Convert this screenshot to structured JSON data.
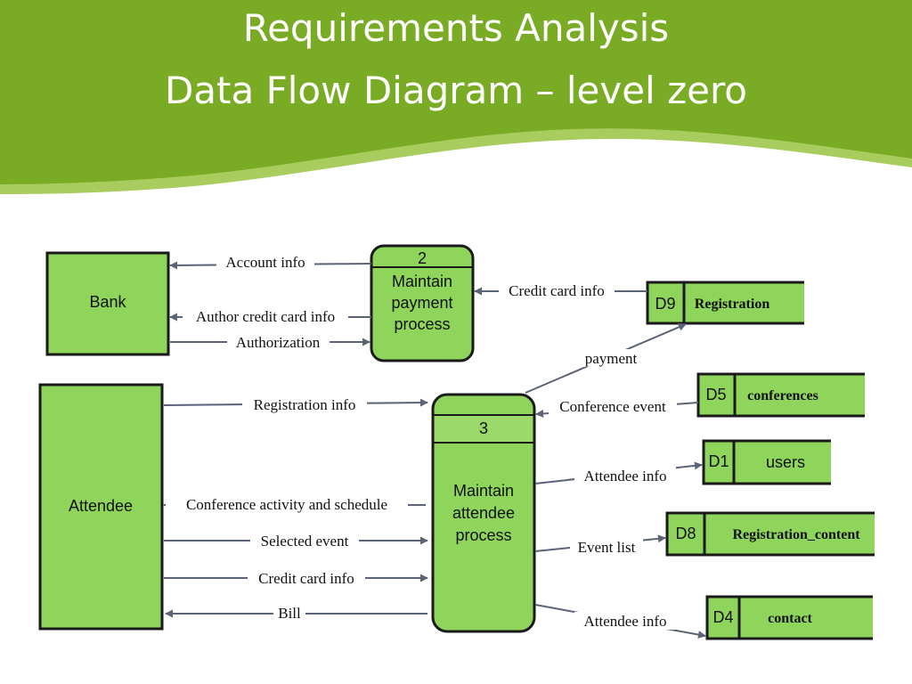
{
  "slide": {
    "title_line1": "Requirements Analysis",
    "title_line2": "Data Flow Diagram – level zero"
  },
  "colors": {
    "header_green": "#7aab24",
    "header_light": "#a9cc5e",
    "node_fill": "#8fd45b",
    "node_header_fill": "#9bd96a",
    "arrow": "#5b6378"
  },
  "entities": {
    "bank": "Bank",
    "attendee": "Attendee"
  },
  "processes": {
    "p2": {
      "number": "2",
      "line1": "Maintain",
      "line2": "payment",
      "line3": "process"
    },
    "p3": {
      "number": "3",
      "line1": "Maintain",
      "line2": "attendee",
      "line3": "process"
    }
  },
  "stores": {
    "d9": {
      "id": "D9",
      "name": "Registration"
    },
    "d5": {
      "id": "D5",
      "name": "conferences"
    },
    "d1": {
      "id": "D1",
      "name": "users"
    },
    "d8": {
      "id": "D8",
      "name": "Registration_content"
    },
    "d4": {
      "id": "D4",
      "name": "contact"
    }
  },
  "flows": {
    "account_info": "Account info",
    "author_cc_info": "Author credit card info",
    "authorization": "Authorization",
    "cc_info_d9": "Credit card info",
    "payment": "payment",
    "registration_info": "Registration info",
    "conference_event": "Conference event",
    "attendee_info_d1": "Attendee info",
    "conf_activity": "Conference activity and schedule",
    "selected_event": "Selected event",
    "event_list": "Event list",
    "cc_info_attendee": "Credit card info",
    "bill": "Bill",
    "attendee_info_d4": "Attendee info"
  }
}
